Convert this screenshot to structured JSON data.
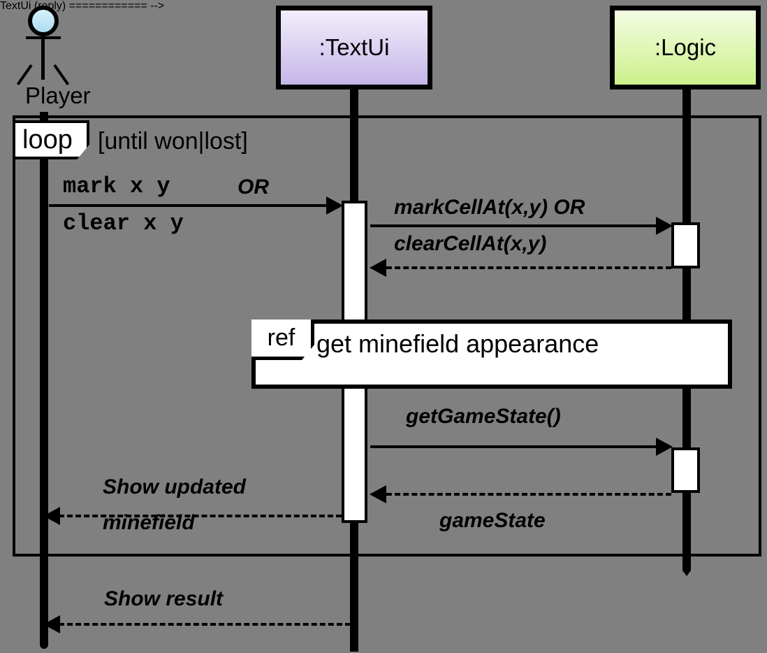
{
  "diagram": {
    "type": "uml-sequence-diagram",
    "background_color": "#808080"
  },
  "actor": {
    "name": "Player",
    "icon": "stick-figure-actor"
  },
  "participants": [
    {
      "id": "textui",
      "label": ":TextUi",
      "fill_top": "#f3eefc",
      "fill_bottom": "#c5b6e8"
    },
    {
      "id": "logic",
      "label": ":Logic",
      "fill_top": "#f3fce3",
      "fill_bottom": "#cdf08c"
    }
  ],
  "fragments": {
    "loop": {
      "operator": "loop",
      "guard": "[until won|lost]"
    },
    "ref": {
      "operator": "ref",
      "label": "get minefield appearance"
    }
  },
  "messages": [
    {
      "id": "m1",
      "from": "Player",
      "to": ":TextUi",
      "kind": "sync",
      "line1": "mark x y",
      "or": "OR",
      "line2": "clear x y"
    },
    {
      "id": "m2",
      "from": ":TextUi",
      "to": ":Logic",
      "kind": "sync",
      "line1": "markCellAt(x,y) OR",
      "line2": "clearCellAt(x,y)"
    },
    {
      "id": "m3",
      "from": ":Logic",
      "to": ":TextUi",
      "kind": "reply",
      "label": ""
    },
    {
      "id": "m4",
      "from": ":TextUi",
      "to": ":Logic",
      "kind": "sync",
      "label": "getGameState()"
    },
    {
      "id": "m5",
      "from": ":Logic",
      "to": ":TextUi",
      "kind": "reply",
      "label": "gameState"
    },
    {
      "id": "m6",
      "from": ":TextUi",
      "to": "Player",
      "kind": "reply",
      "line1": "Show updated",
      "line2": "minefield"
    },
    {
      "id": "m7",
      "from": ":TextUi",
      "to": "Player",
      "kind": "reply",
      "label": "Show result"
    }
  ]
}
